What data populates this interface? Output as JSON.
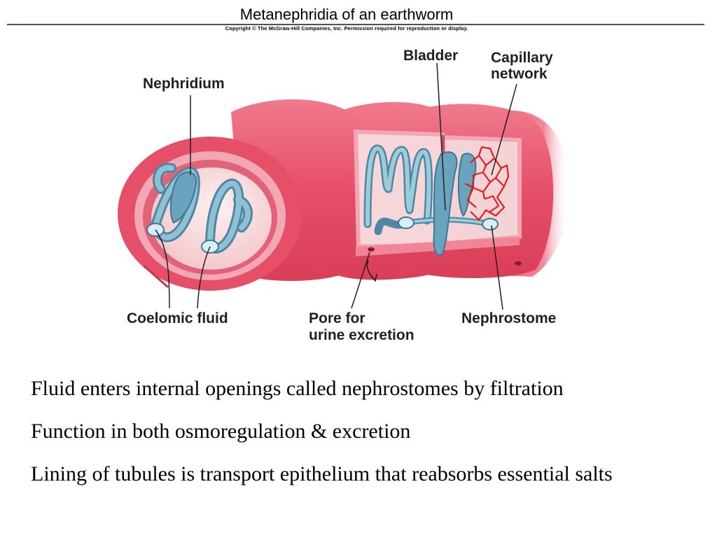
{
  "slide": {
    "title": "Metanephridia of an earthworm",
    "copyright": "Copyright © The McGraw-Hill Companies, Inc. Permission required for reproduction or display."
  },
  "figure": {
    "labels": {
      "nephridium": "Nephridium",
      "bladder": "Bladder",
      "capillary_line1": "Capillary",
      "capillary_line2": "network",
      "coelomic_fluid": "Coelomic fluid",
      "pore_line1": "Pore for",
      "pore_line2": "urine excretion",
      "nephrostome": "Nephrostome"
    },
    "colors": {
      "body_wall": "#e8566e",
      "body_wall_light": "#f3a6b3",
      "coelom": "#f9dede",
      "tubule": "#7fb3c9",
      "capillary": "#e0201c"
    }
  },
  "bullets": [
    "Fluid enters internal openings called nephrostomes by filtration",
    "Function in both osmoregulation & excretion",
    "Lining of tubules is transport epithelium that reabsorbs essential salts"
  ]
}
